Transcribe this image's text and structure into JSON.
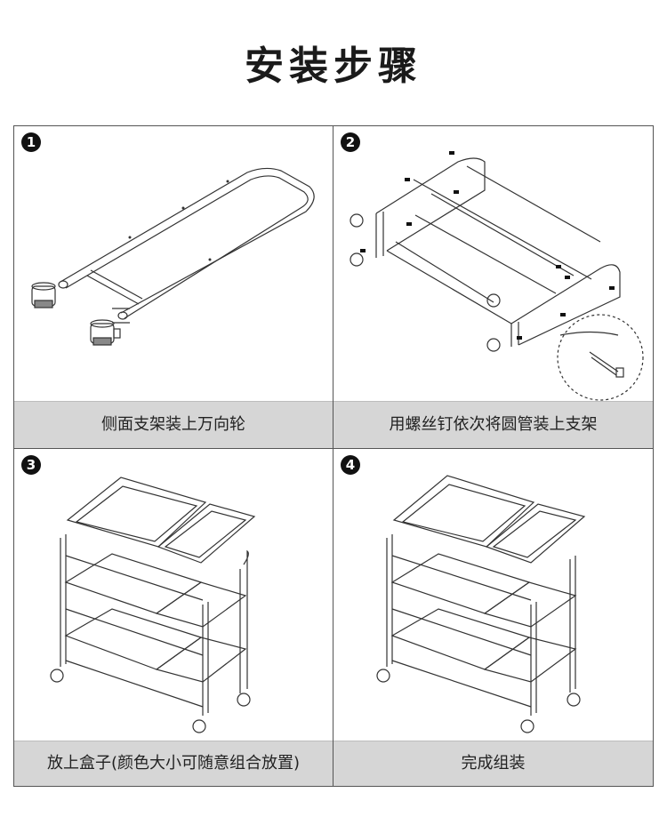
{
  "page": {
    "title": "安装步骤"
  },
  "steps": [
    {
      "number": "1",
      "caption": "侧面支架装上万向轮"
    },
    {
      "number": "2",
      "caption": "用螺丝钉依次将圆管装上支架"
    },
    {
      "number": "3",
      "caption": "放上盒子(颜色大小可随意组合放置)"
    },
    {
      "number": "4",
      "caption": "完成组装"
    }
  ],
  "colors": {
    "caption_bg": "#d6d6d6",
    "line": "#555555",
    "badge": "#111111"
  }
}
